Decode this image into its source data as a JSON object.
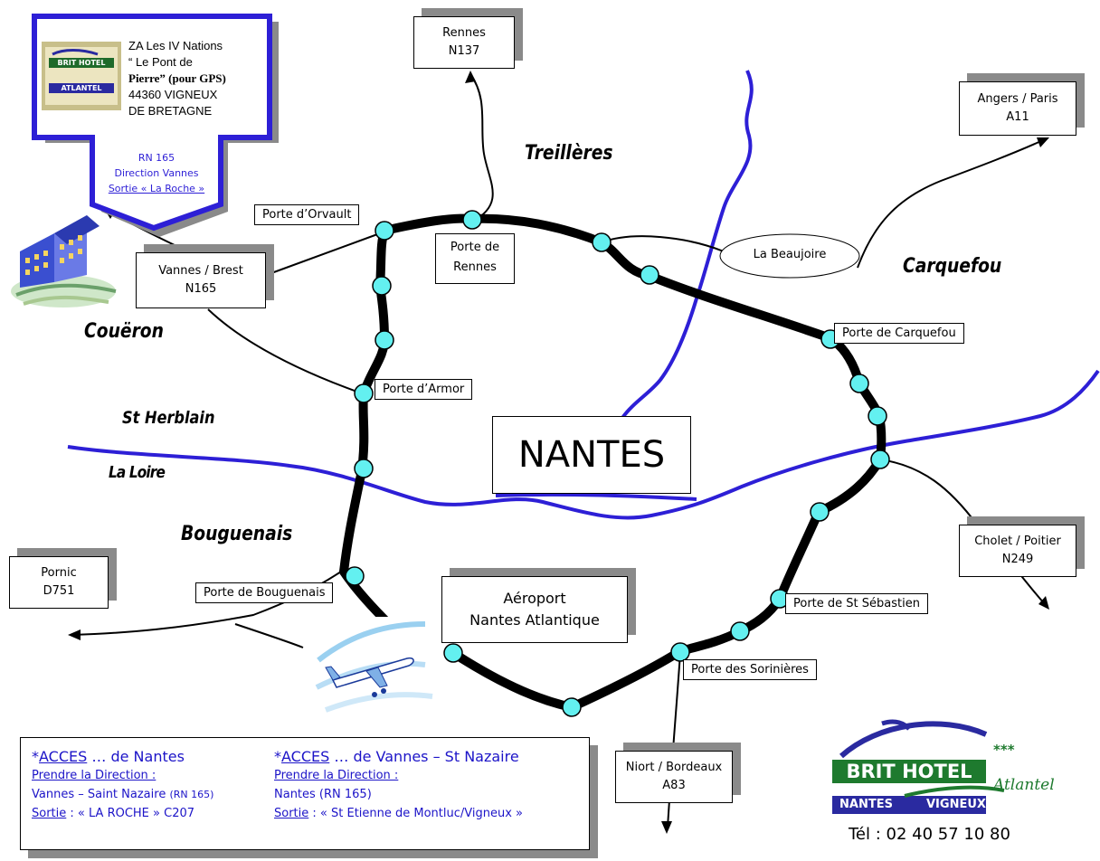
{
  "hotel_card": {
    "logo_top": "BRIT HOTEL",
    "logo_bottom": "ATLANTEL",
    "address_line1": "ZA Les IV Nations",
    "address_line2": "“ Le Pont de",
    "address_line3": "Pierre” (pour GPS)",
    "address_line4": "44360 VIGNEUX",
    "address_line5": "DE BRETAGNE",
    "route": "RN 165",
    "direction": "Direction Vannes",
    "exit": "Sortie « La Roche »"
  },
  "destinations": {
    "rennes": {
      "name": "Rennes",
      "road": "N137"
    },
    "angers": {
      "name": "Angers / Paris",
      "road": "A11"
    },
    "vannes": {
      "name": "Vannes / Brest",
      "road": "N165"
    },
    "pornic": {
      "name": "Pornic",
      "road": "D751"
    },
    "cholet": {
      "name": "Cholet / Poitier",
      "road": "N249"
    },
    "niort": {
      "name": "Niort / Bordeaux",
      "road": "A83"
    },
    "airport": {
      "line1": "Aéroport",
      "line2": "Nantes Atlantique"
    }
  },
  "portes": {
    "orvault": "Porte d’Orvault",
    "rennes_1": "Porte de",
    "rennes_2": "Rennes",
    "beaujoire": "La Beaujoire",
    "carquefou": "Porte de Carquefou",
    "armor": "Porte d’Armor",
    "bouguenais": "Porte de Bouguenais",
    "st_sebastien": "Porte de St Sébastien",
    "sorinieres": "Porte des Sorinières"
  },
  "city": "NANTES",
  "towns": {
    "treilleres": "Treillères",
    "carquefou": "Carquefou",
    "coueron": "Couëron",
    "st_herblain": "St Herblain",
    "la_loire": "La Loire",
    "bouguenais": "Bouguenais"
  },
  "access": {
    "nantes": {
      "title_star": "*",
      "title_word": "ACCES",
      "title_rest": " … de Nantes",
      "direction_label": "Prendre la Direction :",
      "direction_value": "Vannes – Saint Nazaire ",
      "direction_road": "(RN 165)",
      "exit_label": "Sortie",
      "exit_value": " : « LA ROCHE » C207"
    },
    "vannes": {
      "title_star": "*",
      "title_word": "ACCES",
      "title_rest": " … de Vannes – St Nazaire",
      "direction_label": "Prendre la Direction :",
      "direction_value": "Nantes (RN 165)",
      "exit_label": "Sortie",
      "exit_value": " : « St Etienne de Montluc/Vigneux »"
    }
  },
  "hotel_logo": {
    "brand": "BRIT HOTEL",
    "stars": "***",
    "script": "Atlantel",
    "city1": "NANTES",
    "city2": "VIGNEUX",
    "phone": "Tél : 02 40 57 10 80"
  },
  "colors": {
    "river": "#2d1fd6",
    "ring_road": "#000000",
    "interchange": "#63f0f0",
    "link_blue": "#1c14c8",
    "logo_green": "#2e8b2e",
    "logo_blue": "#2a2aa0",
    "shadow": "#8a8a8a"
  }
}
